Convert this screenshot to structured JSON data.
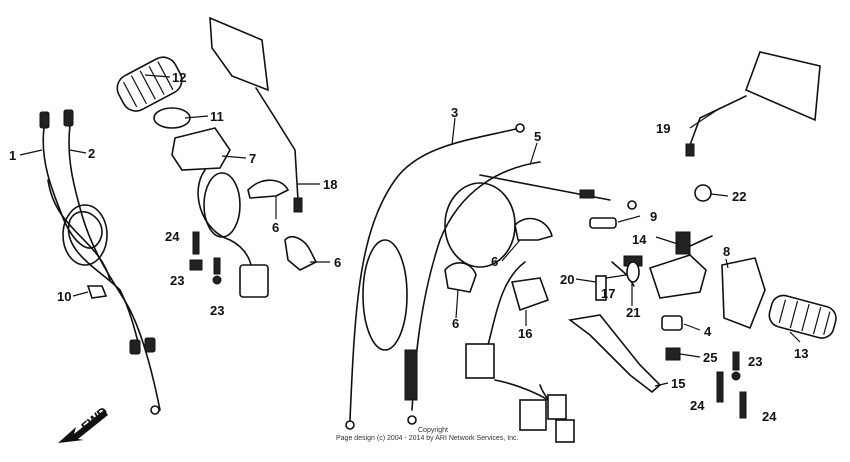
{
  "callouts": {
    "c1": "1",
    "c2": "2",
    "c3": "3",
    "c4": "4",
    "c5": "5",
    "c6a": "6",
    "c6b": "6",
    "c6c": "6",
    "c6d": "6",
    "c7": "7",
    "c8": "8",
    "c9": "9",
    "c10": "10",
    "c11": "11",
    "c12": "12",
    "c13": "13",
    "c14": "14",
    "c15": "15",
    "c16": "16",
    "c17": "17",
    "c18": "18",
    "c19": "19",
    "c20": "20",
    "c21": "21",
    "c22": "22",
    "c23a": "23",
    "c23b": "23",
    "c23c": "23",
    "c24a": "24",
    "c24b": "24",
    "c24c": "24",
    "c25": "25"
  },
  "direction_label": "FWD",
  "copyright_line1": "Copyright",
  "copyright_line2": "Page design (c) 2004 - 2014 by ARI Network Services, Inc."
}
